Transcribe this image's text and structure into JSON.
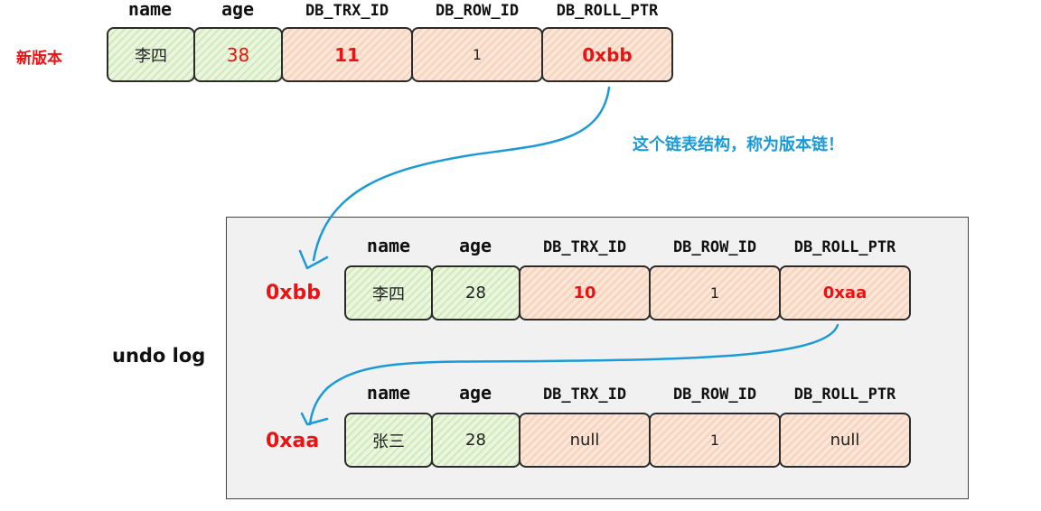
{
  "headers": [
    "name",
    "age",
    "DB_TRX_ID",
    "DB_ROW_ID",
    "DB_ROLL_PTR"
  ],
  "new_version": {
    "label": "新版本",
    "cells": [
      "李四",
      "38",
      "11",
      "1",
      "0xbb"
    ]
  },
  "chain_note": "这个链表结构，称为版本链！",
  "undo_log": {
    "label": "undo log",
    "records": [
      {
        "address": "0xbb",
        "cells": [
          "李四",
          "28",
          "10",
          "1",
          "0xaa"
        ]
      },
      {
        "address": "0xaa",
        "cells": [
          "张三",
          "28",
          "null",
          "1",
          "null"
        ]
      }
    ]
  },
  "colors": {
    "red": "#ee1111",
    "blue": "#1a9ad8",
    "green_cell": "#eaf6dd",
    "orange_cell": "#fae6d8"
  }
}
